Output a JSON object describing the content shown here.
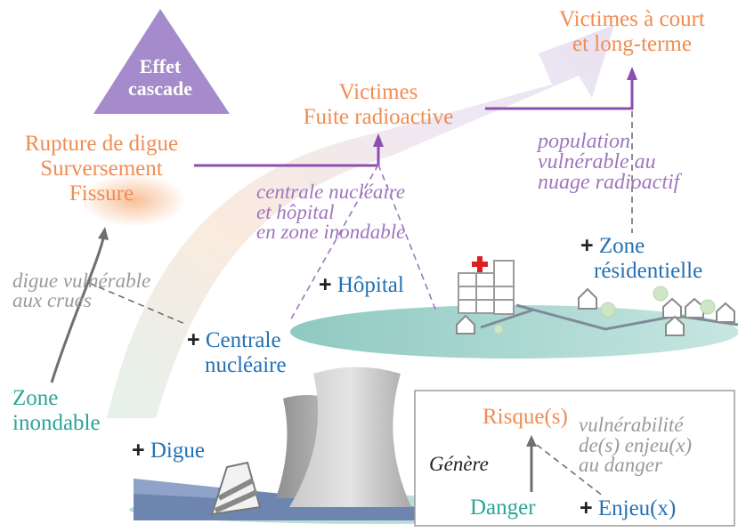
{
  "triangle": {
    "line1": "Effet",
    "line2": "cascade"
  },
  "top_right": {
    "line1": "Victimes à court",
    "line2": "et long-terme"
  },
  "middle_top": {
    "line1": "Victimes",
    "line2": "Fuite radioactive"
  },
  "left_top": {
    "line1": "Rupture de digue",
    "line2": "Surversement",
    "line3": "Fissure"
  },
  "population_note": {
    "line1": "population",
    "line2": "vulnérable au",
    "line3": "nuage radioactif"
  },
  "centrale_note": {
    "line1": "centrale nucléaire",
    "line2": "et hôpital",
    "line3": "en zone inondable"
  },
  "digue_note": {
    "line1": "digue vulnérable",
    "line2": "aux crues"
  },
  "plus_sign": "+",
  "zone_residentielle": {
    "line1": "Zone",
    "line2": "résidentielle"
  },
  "hopital": "Hôpital",
  "centrale": {
    "line1": "Centrale",
    "line2": "nucléaire"
  },
  "zone_inondable": {
    "line1": "Zone",
    "line2": "inondable"
  },
  "digue": "Digue",
  "legend": {
    "risque": "Risque(s)",
    "genere": "Génère",
    "vulnerabilite": {
      "line1": "vulnérabilité",
      "line2": "de(s) enjeu(x)",
      "line3": "au danger"
    },
    "danger": "Danger",
    "enjeu": "Enjeu(x)"
  },
  "colors": {
    "orange": "#F08C52",
    "blue": "#2371B4",
    "teal": "#2AA598",
    "purple": "#8C4FB0",
    "triangle": "#A58BCB",
    "grey": "#9A9A9A"
  }
}
